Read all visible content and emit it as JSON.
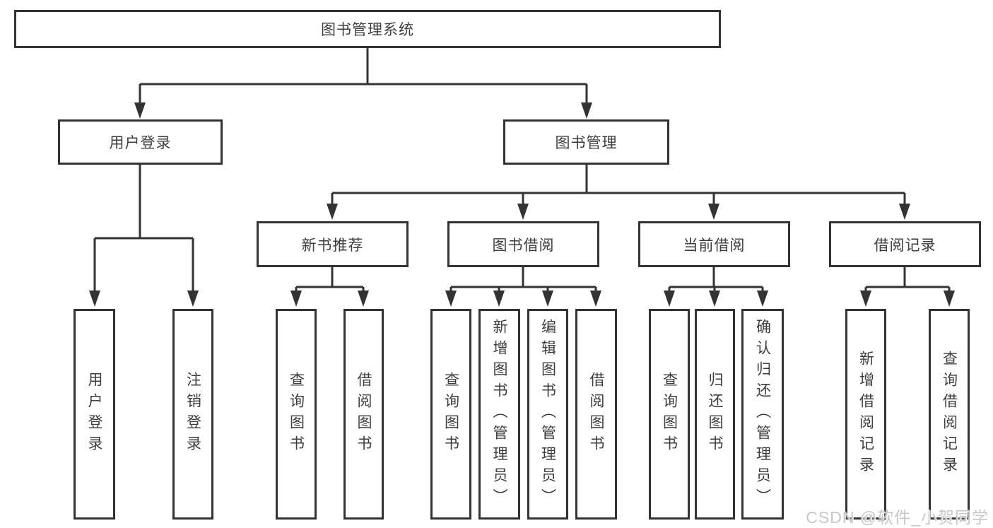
{
  "tree": {
    "root": "图书管理系统",
    "level2": [
      {
        "label": "用户登录",
        "children": [
          "用户登录",
          "注销登录"
        ]
      },
      {
        "label": "图书管理"
      }
    ],
    "level3": [
      {
        "label": "新书推荐",
        "children": [
          "查询图书",
          "借阅图书"
        ]
      },
      {
        "label": "图书借阅",
        "children": [
          "查询图书",
          "新增图书（管理员）",
          "编辑图书（管理员）",
          "借阅图书"
        ]
      },
      {
        "label": "当前借阅",
        "children": [
          "查询图书",
          "归还图书",
          "确认归还（管理员）"
        ]
      },
      {
        "label": "借阅记录",
        "children": [
          "新增借阅记录",
          "查询借阅记录"
        ]
      }
    ]
  },
  "watermark": "CSDN @软件_小贺同学",
  "colors": {
    "background": "#ffffff",
    "line": "#333333",
    "box_border": "#333333",
    "text": "#3d3d3d",
    "watermark": "#c7c7c7"
  }
}
